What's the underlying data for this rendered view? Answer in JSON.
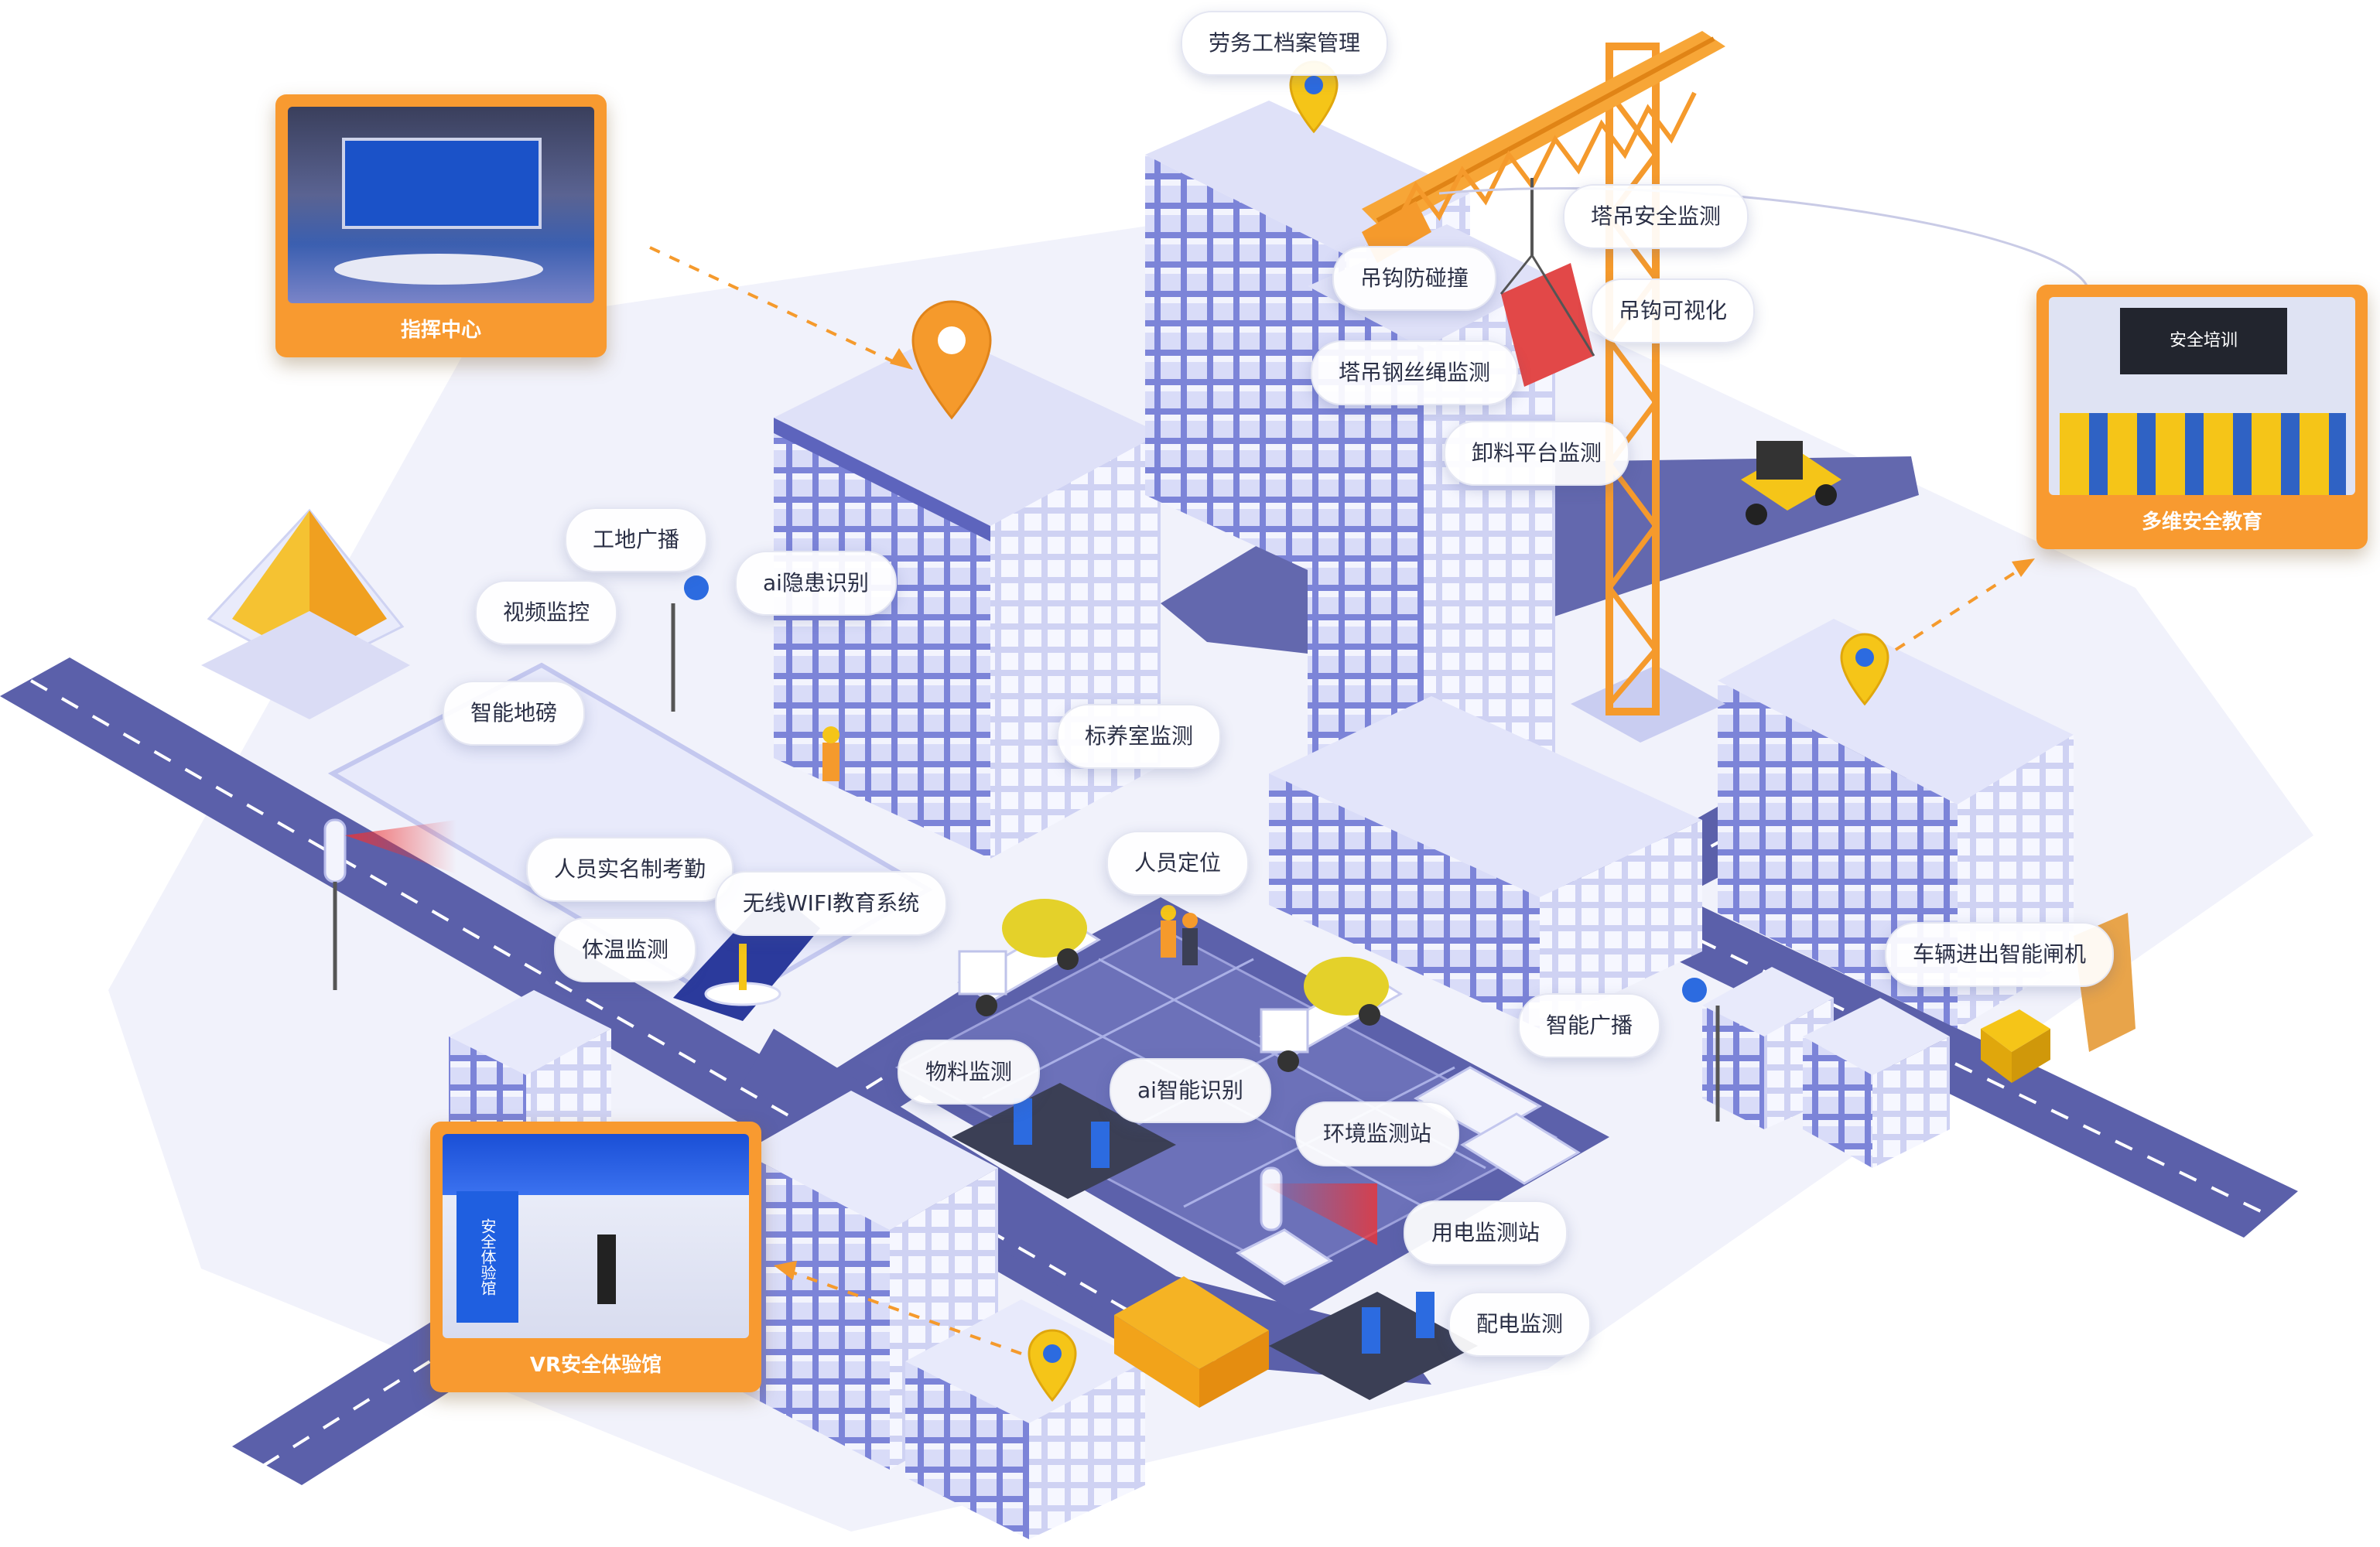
{
  "labels": {
    "labor_mgmt": "劳务工档案管理",
    "tower_crane_safety": "塔吊安全监测",
    "hook_anticollision": "吊钩防碰撞",
    "hook_visual": "吊钩可视化",
    "crane_rope": "塔吊钢丝绳监测",
    "unloading_platform": "卸料平台监测",
    "site_broadcast": "工地广播",
    "ai_hazard": "ai隐患识别",
    "video_monitor": "视频监控",
    "smart_weighbridge": "智能地磅",
    "nursery_monitor": "标养室监测",
    "realname_attendance": "人员实名制考勤",
    "personnel_location": "人员定位",
    "wifi_education": "无线WIFI教育系统",
    "temperature": "体温监测",
    "vehicle_gate": "车辆进出智能闸机",
    "smart_broadcast": "智能广播",
    "material_monitor": "物料监测",
    "ai_smart": "ai智能识别",
    "env_station": "环境监测站",
    "power_station": "用电监测站",
    "distribution": "配电监测"
  },
  "panels": {
    "control_center": {
      "caption": "指挥中心"
    },
    "safety_education": {
      "caption": "多维安全教育",
      "screen_text": "安全培训"
    },
    "vr_hall": {
      "caption": "VR安全体验馆",
      "screen_text": "安全体验馆"
    }
  },
  "colors": {
    "accent_orange": "#f89a30",
    "building": "#7b82d6",
    "road": "#5b5fa8",
    "pin_yellow": "#f5c518"
  }
}
